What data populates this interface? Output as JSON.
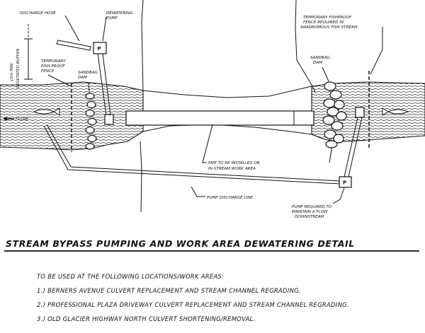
{
  "labels": {
    "discharge_hose": "DISCHARGE HOSE",
    "dewatering_pump_1": "DEWATERING",
    "dewatering_pump_2": "PUMP",
    "buffer_1": "15m MIN.",
    "buffer_2": "VEGETATED BUFFER",
    "fence_left_1": "TEMPORARY",
    "fence_left_2": "FISH PROOF",
    "fence_left_3": "FENCE",
    "sandbag_left_1": "SANDBAG",
    "sandbag_left_2": "DAM",
    "flow": "FLOW",
    "fence_right_1": "TEMPORARY FISHPROOF",
    "fence_right_2": "FENCE REQUIRED IN",
    "fence_right_3": "ANADROMOUS FISH STREAM",
    "sandbag_right_1": "SANDBAG",
    "sandbag_right_2": "DAM",
    "pipe_1": "PIPE TO BE INSTALLED OR",
    "pipe_2": "IN-STREAM WORK AREA",
    "discharge_line": "PUMP DISCHARGE LINE",
    "pump_req_1": "PUMP REQUIRED TO",
    "pump_req_2": "MAINTAIN A FLOW",
    "pump_req_3": "DOWNSTREAM",
    "pump_letter": "P"
  },
  "title": "STREAM BYPASS PUMPING AND WORK AREA DEWATERING DETAIL",
  "notes": {
    "intro": "TO BE USED AT THE FOLLOWING LOCATIONS/WORK AREAS:",
    "items": [
      "1.) BERNERS AVENUE CULVERT REPLACEMENT AND STREAM CHANNEL REGRADING.",
      "2.) PROFESSIONAL PLAZA DRIVEWAY CULVERT REPLACEMENT AND STREAM CHANNEL REGRADING.",
      "3.) OLD GLACIER HIGHWAY NORTH CULVERT SHORTENING/REMOVAL."
    ]
  }
}
